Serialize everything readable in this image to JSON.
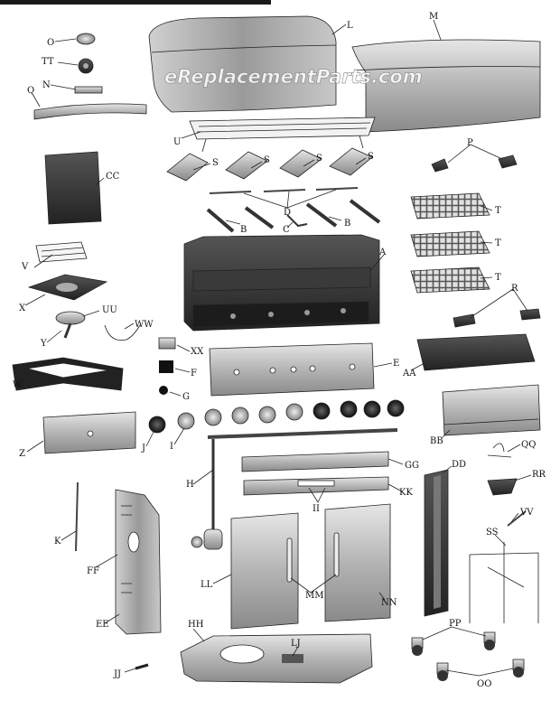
{
  "watermark": "eReplacementParts.com",
  "labels": {
    "O": "O",
    "TT": "TT",
    "N": "N",
    "Q": "Q",
    "L": "L",
    "M": "M",
    "U": "U",
    "CC": "CC",
    "S1": "S",
    "S2": "S",
    "S3": "S",
    "S4": "S",
    "P": "P",
    "D": "D",
    "B1": "B",
    "B2": "B",
    "C": "C",
    "T1": "T",
    "T2": "T",
    "T3": "T",
    "V": "V",
    "A": "A",
    "X": "X",
    "UU": "UU",
    "WW": "WW",
    "Y": "Y",
    "R": "R",
    "XX": "XX",
    "F": "F",
    "G": "G",
    "E": "E",
    "AA": "AA",
    "W": "W",
    "J": "J",
    "I": "I",
    "Z": "Z",
    "BB": "BB",
    "H": "H",
    "GG": "GG",
    "DD": "DD",
    "QQ": "QQ",
    "KK": "KK",
    "II": "II",
    "RR": "RR",
    "K": "K",
    "VV": "VV",
    "SS": "SS",
    "FF": "FF",
    "LL": "LL",
    "MM": "MM",
    "NN": "NN",
    "EE": "EE",
    "HH": "HH",
    "PP": "PP",
    "LJ": "LJ",
    "JJ": "JJ",
    "OO": "OO"
  }
}
